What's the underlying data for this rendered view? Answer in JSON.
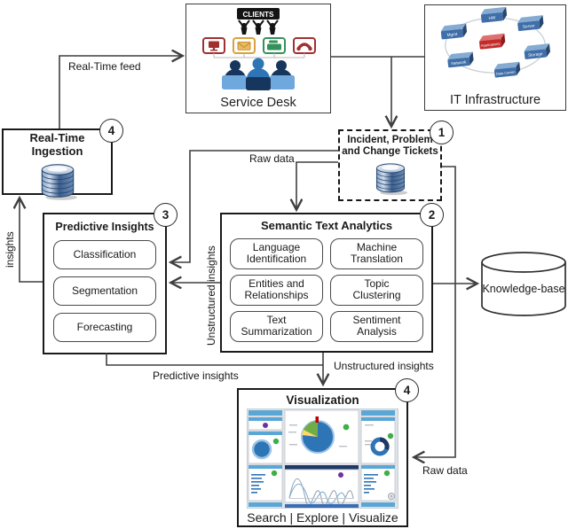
{
  "service_desk": {
    "label": "Service Desk",
    "banner": "CLIENTS"
  },
  "it_infrastructure": {
    "label": "IT Infrastructure",
    "center": "Applications",
    "components": [
      "HW",
      "Server",
      "Mgmt",
      "Storage",
      "Network",
      "Data Center"
    ]
  },
  "real_time_ingestion": {
    "label": "Real-Time Ingestion",
    "step": "4"
  },
  "tickets": {
    "line1": "Incident, Problem",
    "line2": "and Change Tickets",
    "step": "1"
  },
  "predictive": {
    "label": "Predictive Insights",
    "step": "3",
    "items": [
      "Classification",
      "Segmentation",
      "Forecasting"
    ]
  },
  "semantic": {
    "label": "Semantic Text Analytics",
    "step": "2",
    "items": [
      {
        "l1": "Language",
        "l2": "Identification"
      },
      {
        "l1": "Machine",
        "l2": "Translation"
      },
      {
        "l1": "Entities and",
        "l2": "Relationships"
      },
      {
        "l1": "Topic",
        "l2": "Clustering"
      },
      {
        "l1": "Text",
        "l2": "Summarization"
      },
      {
        "l1": "Sentiment",
        "l2": "Analysis"
      }
    ]
  },
  "knowledge_base": {
    "label": "Knowledge-base"
  },
  "visualization": {
    "label": "Visualization",
    "step": "4",
    "footer": "Search | Explore | Visualize"
  },
  "edges": {
    "real_time_feed": "Real-Time feed",
    "raw_data_to_semantic": "Raw data",
    "raw_data_to_visualization": "Raw data",
    "unstructured_insights_to_predictive": "Unstructured insights",
    "unstructured_insights_to_visualization": "Unstructured insights",
    "predictive_insights": "Predictive insights",
    "insights": "insights"
  },
  "colors": {
    "line": "#3f3f3f",
    "box_border": "#1a1a1a",
    "db_blue": "#3d5f8e",
    "accent_red": "#c22b2b",
    "dashboard_blue": "#5aa7d6",
    "dashboard_navy": "#1f3864",
    "status_green": "#3fae49",
    "people_navy": "#17365d",
    "people_blue": "#2e75b6"
  }
}
